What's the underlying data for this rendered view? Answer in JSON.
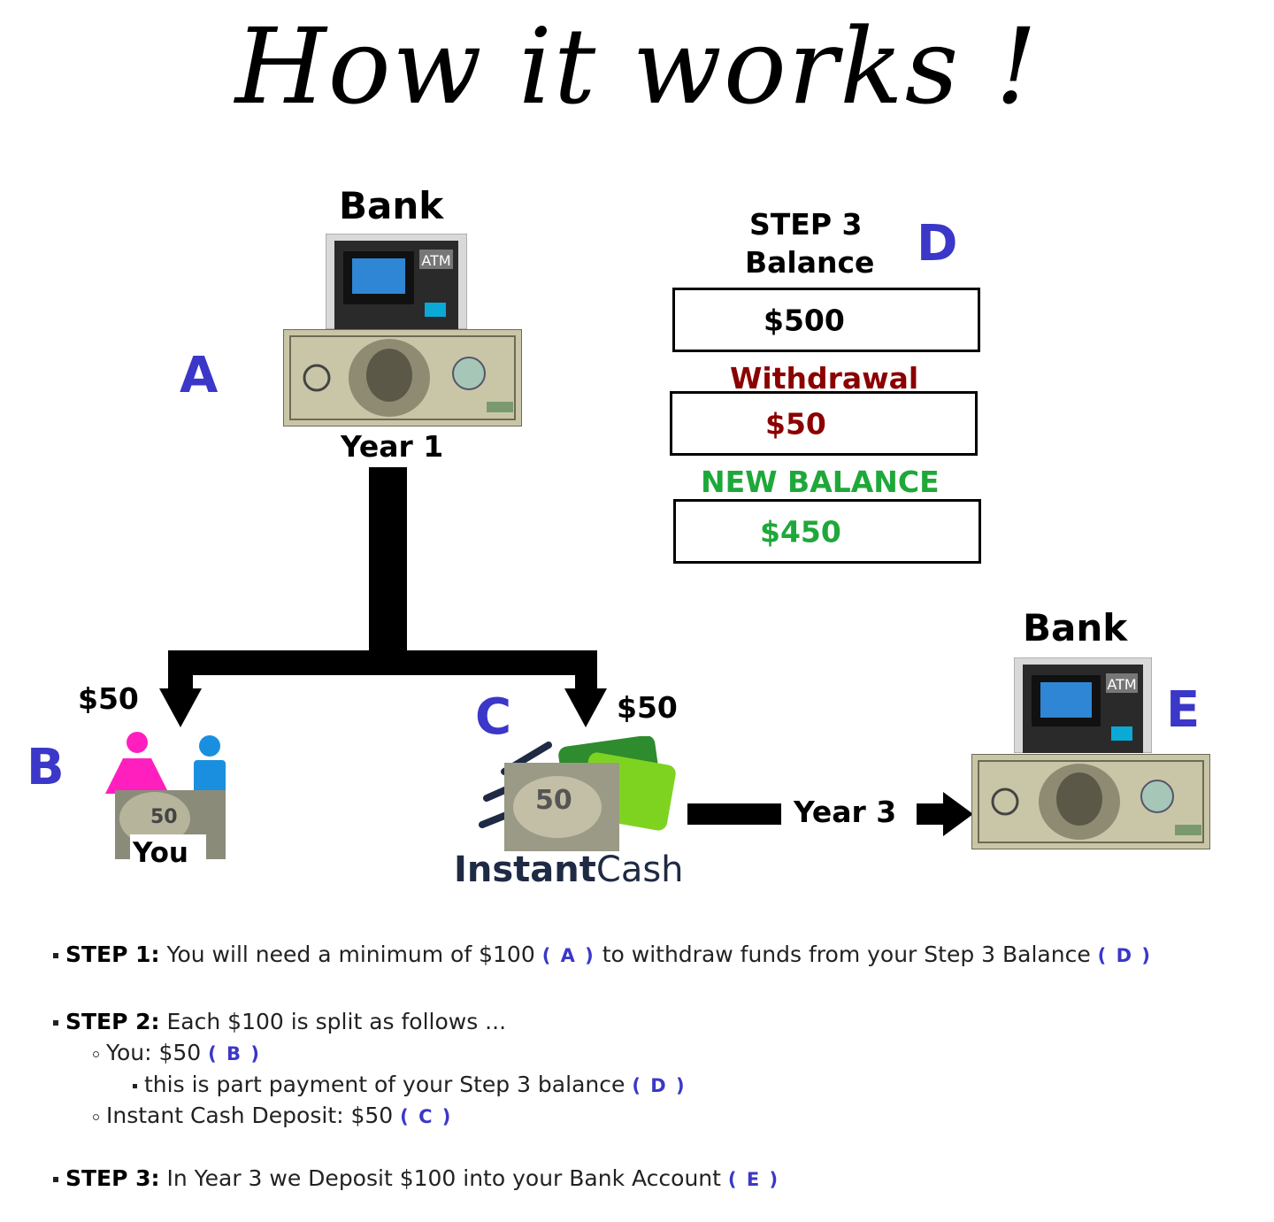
{
  "title": "How it works !",
  "bank_top": {
    "label": "Bank",
    "year": "Year 1",
    "atm_text": "ATM",
    "letter": "A"
  },
  "split": {
    "left_amount": "$50",
    "right_amount": "$50"
  },
  "you": {
    "letter": "B",
    "label": "You"
  },
  "instant_cash": {
    "letter": "C",
    "word1": "Instant",
    "word2": "Cash"
  },
  "year3_label": "Year 3",
  "bank_right": {
    "label": "Bank",
    "atm_text": "ATM",
    "letter": "E"
  },
  "step3_panel": {
    "heading_line1": "STEP 3",
    "heading_line2": "Balance",
    "letter": "D",
    "balance": "$500",
    "withdrawal_label": "Withdrawal",
    "withdrawal": "$50",
    "new_balance_label": "NEW BALANCE",
    "new_balance": "$450"
  },
  "colors": {
    "letter_blue": "#3b37c8",
    "withdrawal_red": "#8b0000",
    "new_balance_green": "#1fa83a",
    "pink": "#ff1fbf",
    "blue": "#1a8fe0"
  },
  "steps": {
    "step1": {
      "label": "STEP 1:",
      "text_a": "You will need a minimum of $100",
      "ref_a": "( A )",
      "text_b": "to withdraw funds from your Step 3 Balance",
      "ref_b": "( D )"
    },
    "step2": {
      "label": "STEP 2:",
      "text": "Each $100 is split as follows ...",
      "you": "You: $50",
      "you_ref": "( B )",
      "part": "this is part payment of your Step 3 balance",
      "part_ref": "( D )",
      "deposit": "Instant Cash Deposit: $50",
      "deposit_ref": "( C )"
    },
    "step3": {
      "label": "STEP 3:",
      "text": "In Year 3 we Deposit $100 into your Bank Account",
      "ref": "( E )"
    }
  }
}
